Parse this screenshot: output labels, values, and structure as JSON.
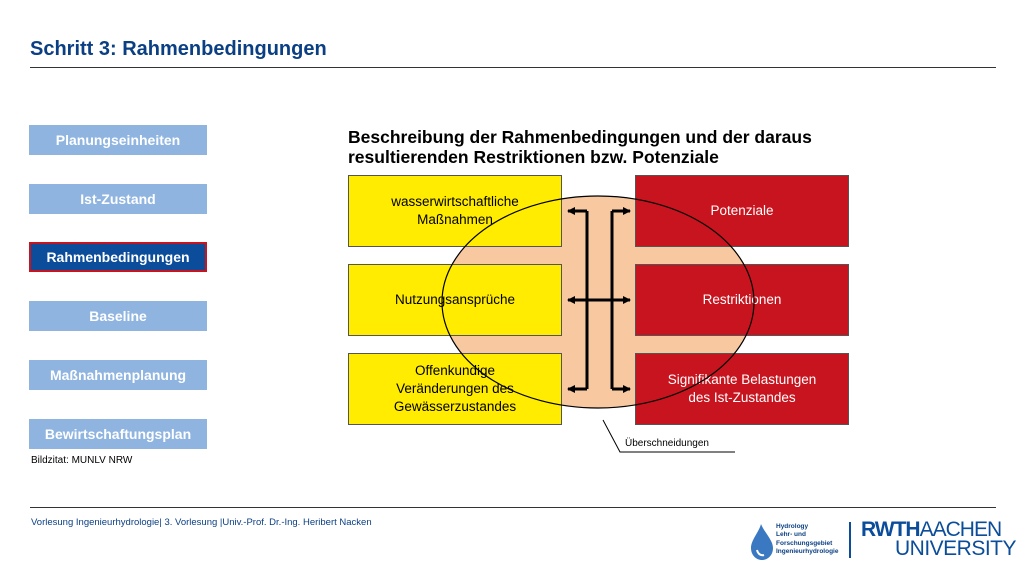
{
  "slide": {
    "title": "Schritt 3: Rahmenbedingungen"
  },
  "steps": [
    {
      "label": "Planungseinheiten",
      "active": false
    },
    {
      "label": "Ist-Zustand",
      "active": false
    },
    {
      "label": "Rahmenbedingungen",
      "active": true
    },
    {
      "label": "Baseline",
      "active": false
    },
    {
      "label": "Maßnahmenplanung",
      "active": false
    },
    {
      "label": "Bewirtschaftungsplan",
      "active": false
    }
  ],
  "caption": "Bildzitat: MUNLV NRW",
  "diagram": {
    "heading": "Beschreibung der Rahmenbedingungen und der daraus resultierenden Restriktionen bzw. Potenziale",
    "left_boxes": [
      "wasserwirtschaftliche\nMaßnahmen",
      "Nutzungsansprüche",
      "Offenkundige\nVeränderungen des\nGewässerzustandes"
    ],
    "right_boxes": [
      "Potenziale",
      "Restriktionen",
      "Signifikante Belastungen\ndes Ist-Zustandes"
    ],
    "overlap_label": "Überschneidungen",
    "colors": {
      "left": "#ffec00",
      "right": "#c8141e",
      "overlap": "#f8c9a0"
    }
  },
  "footer": {
    "text": "Vorlesung Ingenieurhydrologie| 3. Vorlesung |Univ.-Prof. Dr.-Ing. Heribert Nacken",
    "hydrology_logo_text": "Hydrology\nLehr- und\nForschungsgebiet\nIngenieurhydrologie",
    "rwth_line1_a": "RWTH",
    "rwth_line1_b": "AACHEN",
    "rwth_line2": "UNIVERSITY"
  }
}
